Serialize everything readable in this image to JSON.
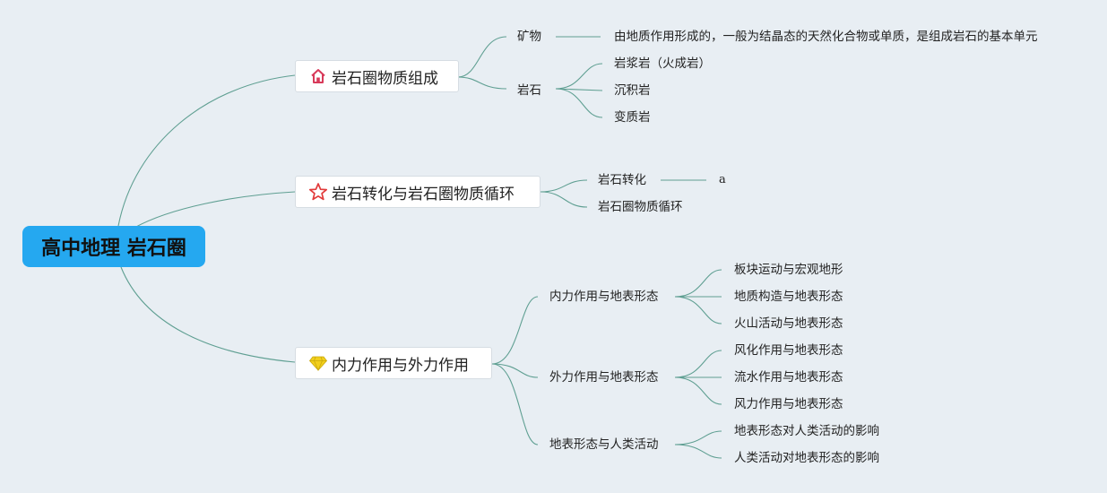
{
  "root": {
    "label": "高中地理 岩石圈"
  },
  "topics": [
    {
      "label": "岩石圈物质组成",
      "icon": "house-icon",
      "icon_color": "#d83a5a",
      "children": [
        {
          "label": "矿物",
          "children": [
            {
              "label": "由地质作用形成的，一般为结晶态的天然化合物或单质，是组成岩石的基本单元"
            }
          ]
        },
        {
          "label": "岩石",
          "children": [
            {
              "label": "岩浆岩（火成岩）"
            },
            {
              "label": "沉积岩"
            },
            {
              "label": "变质岩"
            }
          ]
        }
      ]
    },
    {
      "label": "岩石转化与岩石圈物质循环",
      "icon": "star-icon",
      "icon_color": "#e23b3b",
      "children": [
        {
          "label": "岩石转化",
          "children": [
            {
              "label": "a"
            }
          ]
        },
        {
          "label": "岩石圈物质循环"
        }
      ]
    },
    {
      "label": "内力作用与外力作用",
      "icon": "diamond-icon",
      "icon_color": "#f2cf1c",
      "children": [
        {
          "label": "内力作用与地表形态",
          "children": [
            {
              "label": "板块运动与宏观地形"
            },
            {
              "label": "地质构造与地表形态"
            },
            {
              "label": "火山活动与地表形态"
            }
          ]
        },
        {
          "label": "外力作用与地表形态",
          "children": [
            {
              "label": "风化作用与地表形态"
            },
            {
              "label": "流水作用与地表形态"
            },
            {
              "label": "风力作用与地表形态"
            }
          ]
        },
        {
          "label": "地表形态与人类活动",
          "children": [
            {
              "label": "地表形态对人类活动的影响"
            },
            {
              "label": "人类活动对地表形态的影响"
            }
          ]
        }
      ]
    }
  ],
  "colors": {
    "background": "#e8eef3",
    "root": "#25a8f0",
    "link": "#5f9f92"
  }
}
